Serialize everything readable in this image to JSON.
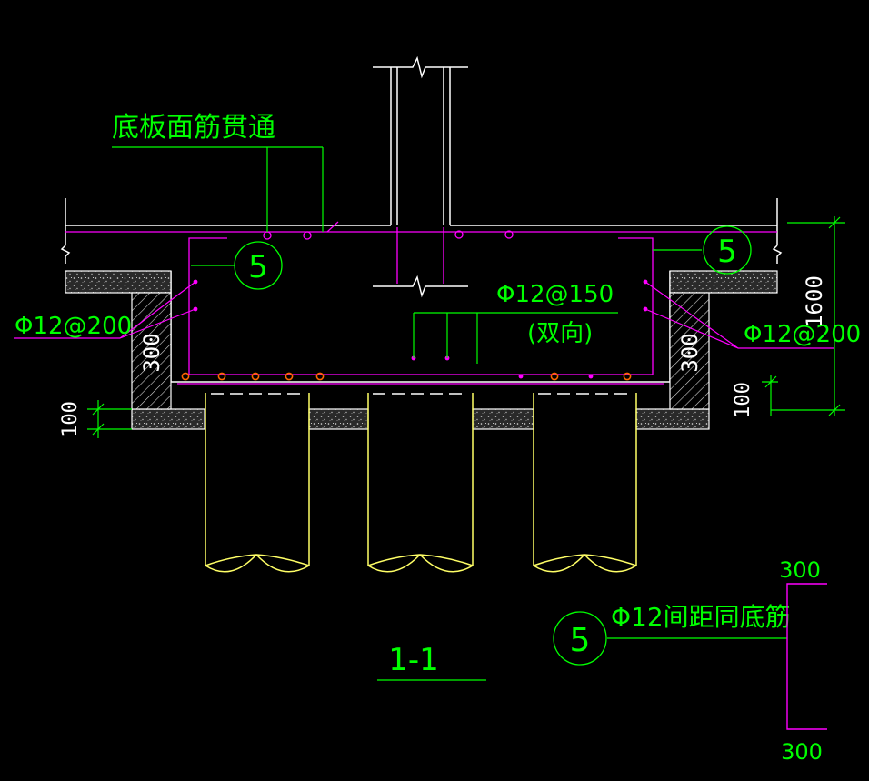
{
  "labels": {
    "top_bar_note": "底板面筋贯通",
    "center_rebar": "Φ12@150",
    "center_rebar_dir": "(双向)",
    "left_rebar": "Φ12@200",
    "right_rebar": "Φ12@200",
    "legend_text": "Φ12间距同底筋",
    "section": "1-1"
  },
  "dims": {
    "left_wall": "300",
    "right_wall": "300",
    "left_cushion": "100",
    "right_cushion": "100",
    "depth": "1600",
    "legend_top": "300",
    "legend_bottom": "300"
  },
  "markers": {
    "left": "5",
    "right": "5",
    "legend": "5"
  },
  "colors": {
    "background": "#000000",
    "text": "#00ff00",
    "concrete_outline": "#ffffff",
    "rebar": "#ff00ff",
    "pile": "#ffff66",
    "dot_bar": "#ff6600",
    "hatch": "#d4d4d4"
  }
}
